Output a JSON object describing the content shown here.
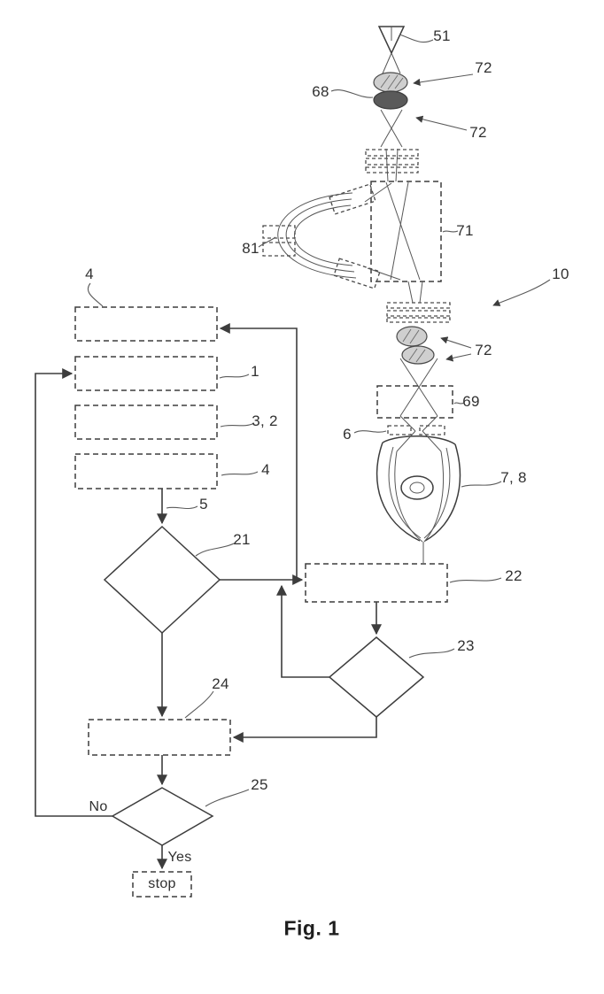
{
  "figure": {
    "caption": "Fig. 1"
  },
  "optical_column": {
    "source_label": "51",
    "gun_deflector_label": "72",
    "gun_lens_label": "68",
    "gun_deflector2_label": "72",
    "corrector_box_label": "71",
    "monochromator_label": "81",
    "system_label": "10",
    "condenser_lenses_label": "72",
    "lens_box_label": "69",
    "aperture_label": "6",
    "objective_label": "7, 8"
  },
  "flowchart": {
    "box_top_label": "4",
    "box_start_label": "1",
    "box_settings_label": "3, 2",
    "box_params_label": "4",
    "arrow_label": "5",
    "decision1_label": "21",
    "process_label": "22",
    "decision2_label": "23",
    "adjust_label": "24",
    "decision3_label": "25",
    "no_label": "No",
    "yes_label": "Yes",
    "stop_label": "stop"
  }
}
